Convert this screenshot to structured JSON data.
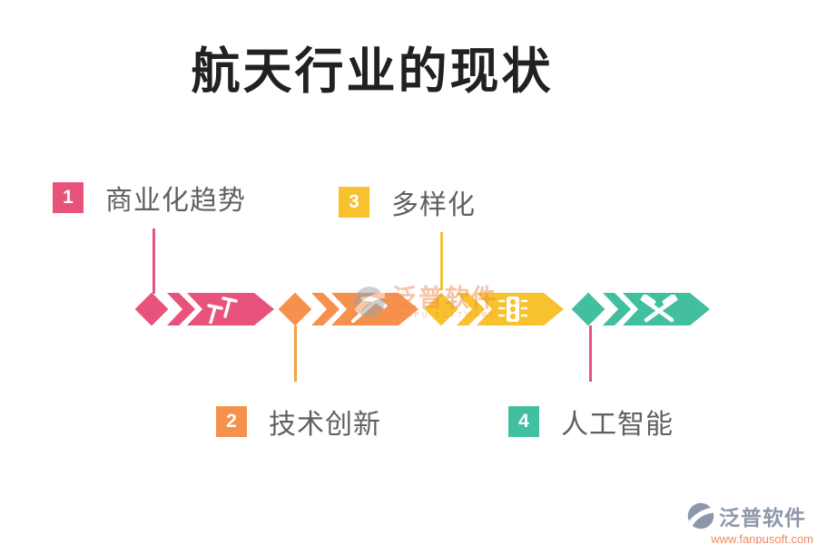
{
  "title": "航天行业的现状",
  "colors": {
    "pink": "#e8537b",
    "orange": "#f6914d",
    "yellow": "#f8c12e",
    "teal": "#41bf9e",
    "title_text": "#212121",
    "label_text": "#606060",
    "logo_gray": "#8c98aa",
    "logo_url": "#ee8a61"
  },
  "items": [
    {
      "num": "1",
      "label": "商业化趋势",
      "color": "#e8537b",
      "position": "top-left"
    },
    {
      "num": "2",
      "label": "技术创新",
      "color": "#f6914d",
      "position": "bottom-left"
    },
    {
      "num": "3",
      "label": "多样化",
      "color": "#f8c12e",
      "position": "top-right"
    },
    {
      "num": "4",
      "label": "人工智能",
      "color": "#41bf9e",
      "position": "bottom-right"
    }
  ],
  "timeline": {
    "segments": [
      {
        "color": "#e8537b",
        "icon": "nails-icon"
      },
      {
        "color": "#f6914d",
        "icon": "pickaxe-icon"
      },
      {
        "color": "#f8c12e",
        "icon": "traffic-light-icon"
      },
      {
        "color": "#41bf9e",
        "icon": "crossed-hammers-icon"
      }
    ]
  },
  "watermark": {
    "text": "泛普软件",
    "subtext": "FANPU SOFTWARE"
  },
  "footer": {
    "brand": "泛普软件",
    "url": "www.fanpusoft.com"
  }
}
